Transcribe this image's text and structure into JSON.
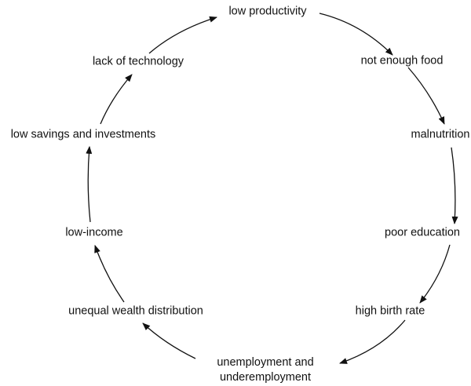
{
  "nodes": {
    "low_productivity": "low productivity",
    "not_enough_food": "not enough food",
    "malnutrition": "malnutrition",
    "poor_education": "poor education",
    "high_birth_rate": "high birth rate",
    "unemployment_line1": "unemployment and",
    "unemployment_line2": "underemployment",
    "unequal_wealth": "unequal wealth distribution",
    "low_income": "low-income",
    "low_savings": "low savings and investments",
    "lack_of_technology": "lack of technology"
  },
  "colors": {
    "stroke": "#111111",
    "text": "#111111"
  }
}
